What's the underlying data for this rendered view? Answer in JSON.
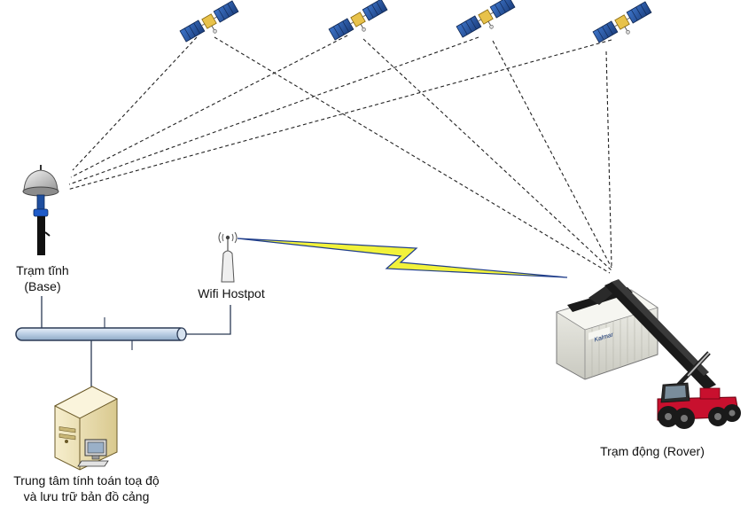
{
  "labels": {
    "base_line1": "Trạm tĩnh",
    "base_line2": "(Base)",
    "wifi": "Wifi Hostpot",
    "rover": "Trạm động (Rover)",
    "server_line1": "Trung tâm tính toán toạ độ",
    "server_line2": "và lưu trữ bản đồ cảng"
  },
  "container_brand": "Kalmar",
  "satellites": [
    "satellite-1",
    "satellite-2",
    "satellite-3",
    "satellite-4"
  ],
  "colors": {
    "dash_line": "#222222",
    "bus_fill": "#c9d9ea",
    "bus_stroke": "#2b3a55",
    "lightning_fill": "#f2f23a",
    "lightning_stroke": "#1f3d8a",
    "solar_panel": "#2a5aa8",
    "crane_body": "#1a1a1a",
    "truck_red": "#c8102e",
    "container": "#e6e6df",
    "server_case": "#eee3b8"
  }
}
